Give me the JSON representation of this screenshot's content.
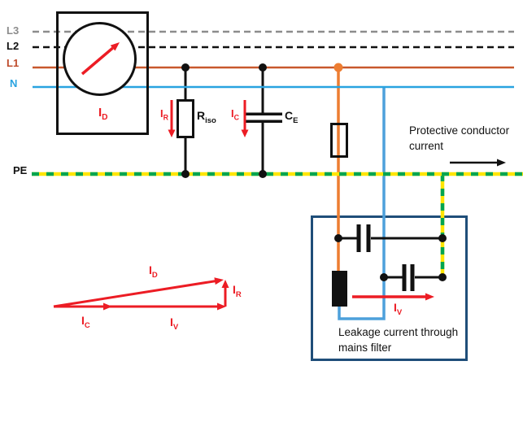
{
  "colors": {
    "red": "#EC1C24",
    "l1_orange": "#C8582D",
    "l1_label": "#BE4B2B",
    "branch_orange": "#ED7D31",
    "n_blue": "#29A3E0",
    "branch_blue": "#4DA0DB",
    "l3_gray": "#8C8C8C",
    "line_black": "#111111",
    "pe_yellow": "#FFE500",
    "pe_green": "#00A54F",
    "filter_box": "#1F4E79"
  },
  "conductors": {
    "l3": "L3",
    "l2": "L2",
    "l1": "L1",
    "n": "N",
    "pe": "PE"
  },
  "measuring_device": {
    "label": {
      "base": "I",
      "sub": "D"
    }
  },
  "components": {
    "insulation_resistance": {
      "base": "R",
      "sub": "iso"
    },
    "earth_capacitance": {
      "base": "C",
      "sub": "E"
    }
  },
  "current_arrows": {
    "resistive": {
      "base": "I",
      "sub": "R"
    },
    "capacitive": {
      "base": "I",
      "sub": "C"
    },
    "filter_leakage": {
      "base": "I",
      "sub": "V"
    }
  },
  "annotations": {
    "protective": "Protective conductor current",
    "leakage": "Leakage current through mains filter"
  },
  "vector_diagram": {
    "total": {
      "base": "I",
      "sub": "D"
    },
    "resistive": {
      "base": "I",
      "sub": "R"
    },
    "capacitive": {
      "base": "I",
      "sub": "C"
    },
    "filter": {
      "base": "I",
      "sub": "V"
    }
  }
}
